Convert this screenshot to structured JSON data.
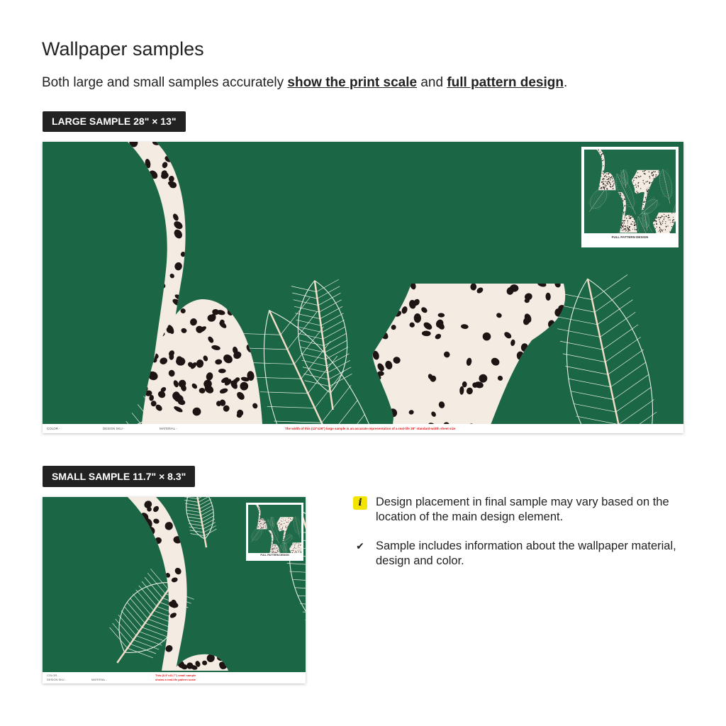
{
  "title": "Wallpaper samples",
  "subtitle": {
    "pre": "Both large and small samples accurately ",
    "link1": "show the print scale",
    "mid": " and ",
    "link2": "full pattern design",
    "post": "."
  },
  "large": {
    "badge": "LARGE SAMPLE 28\" × 13\"",
    "color_label": "COLOR -",
    "sku_label": "DESIGN SKU -",
    "material_label": "MATERIAL -",
    "note": "The width of this (13\"x28\") large sample is an accurate representation of a real-life 28\" standard-width sheet size",
    "inset_caption": "FULL PATTERN DESIGN"
  },
  "small": {
    "badge": "SMALL SAMPLE 11.7\" × 8.3\"",
    "color_label": "COLOR -",
    "sku_label": "DESIGN SKU -",
    "material_label": "MATERIAL -",
    "note_line1": "This (8.3\"x11.7\") small sample",
    "note_line2": "shows a real-life pattern scale",
    "inset_caption": "FULL PATTERN DESIGN"
  },
  "info": [
    {
      "icon": "info-icon",
      "glyph": "i",
      "text": "Design placement in final sample may vary based on the location of the main design element."
    },
    {
      "icon": "check-icon",
      "glyph": "✔",
      "text": "Sample includes information about the wallpaper material, design and color."
    }
  ],
  "colors": {
    "green": "#1b6644",
    "accent_yellow": "#f3e500",
    "note_red": "#e21b1b"
  }
}
